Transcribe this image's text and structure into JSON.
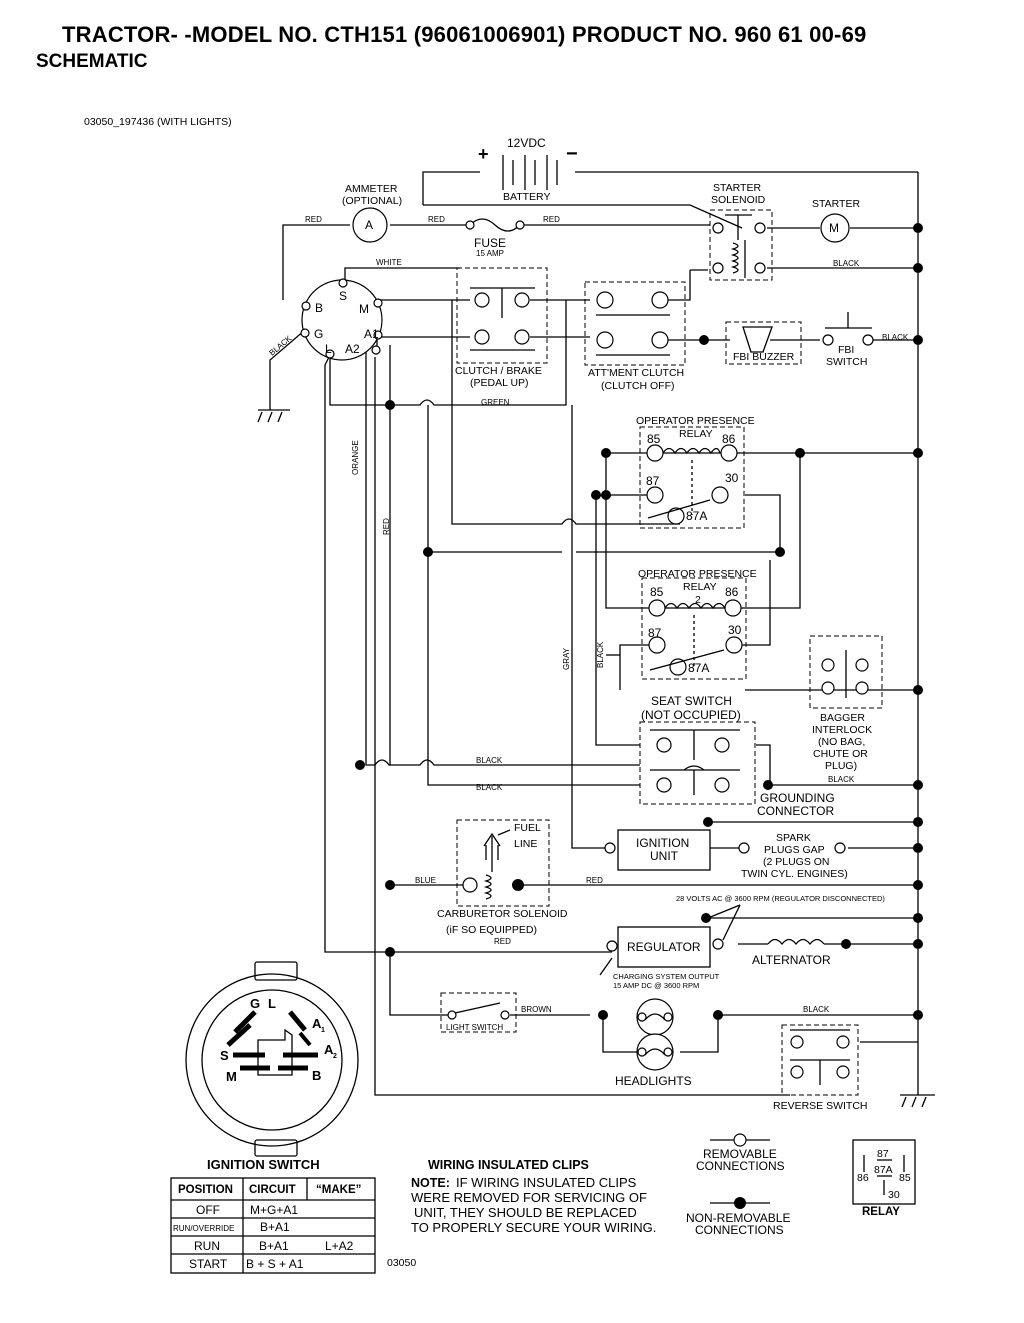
{
  "header": {
    "title": "TRACTOR- -MODEL NO. CTH151 (96061006901) PRODUCT NO. 960 61 00-69",
    "subtitle": "SCHEMATIC"
  },
  "diagram_id": "03050_197436 (WITH LIGHTS)",
  "figure_code": "03050",
  "battery": {
    "voltage": "12VDC",
    "label": "BATTERY",
    "plus": "+",
    "minus": "−"
  },
  "ammeter": {
    "line1": "AMMETER",
    "line2": "(OPTIONAL)",
    "symbol": "A"
  },
  "fuse": {
    "label": "FUSE",
    "rating": "15 AMP"
  },
  "starter_solenoid": {
    "line1": "STARTER",
    "line2": "SOLENOID"
  },
  "starter": {
    "label": "STARTER",
    "symbol": "M"
  },
  "wires": {
    "red": "RED",
    "white": "WHITE",
    "black": "BLACK",
    "green": "GREEN",
    "orange": "ORANGE",
    "gray": "GRAY",
    "blue": "BLUE",
    "brown": "BROWN"
  },
  "ignition_terminals": {
    "s": "S",
    "b": "B",
    "m": "M",
    "g": "G",
    "a1": "A1",
    "l": "L",
    "a2": "A2"
  },
  "clutch_brake": {
    "line1": "CLUTCH / BRAKE",
    "line2": "(PEDAL UP)"
  },
  "attachment_clutch": {
    "line1": "ATT'MENT CLUTCH",
    "line2": "(CLUTCH OFF)"
  },
  "fbi_buzzer": {
    "label": "FBI BUZZER"
  },
  "fbi_switch": {
    "line1": "FBI",
    "line2": "SWITCH"
  },
  "relay1": {
    "line1": "OPERATOR PRESENCE",
    "line2": "RELAY",
    "num": "1",
    "t85": "85",
    "t86": "86",
    "t87": "87",
    "t30": "30",
    "t87a": "87A"
  },
  "relay2": {
    "line1": "OPERATOR PRESENCE",
    "line2": "RELAY",
    "num": "2",
    "t85": "85",
    "t86": "86",
    "t87": "87",
    "t30": "30",
    "t87a": "87A"
  },
  "seat_switch": {
    "line1": "SEAT SWITCH",
    "line2": "(NOT OCCUPIED)"
  },
  "bagger_interlock": {
    "line1": "BAGGER",
    "line2": "INTERLOCK",
    "line3": "(NO BAG,",
    "line4": "CHUTE OR",
    "line5": "PLUG)"
  },
  "grounding_connector": {
    "line1": "GROUNDING",
    "line2": "CONNECTOR"
  },
  "fuel_line": {
    "line1": "FUEL",
    "line2": "LINE"
  },
  "ignition_unit": {
    "line1": "IGNITION",
    "line2": "UNIT"
  },
  "spark_plugs": {
    "line1": "SPARK",
    "line2": "PLUGS GAP",
    "line3": "(2 PLUGS ON",
    "line4": "TWIN CYL. ENGINES)"
  },
  "carburetor_solenoid": {
    "line1": "CARBURETOR SOLENOID",
    "line2": "(iF SO EQUIPPED)"
  },
  "alternator_note": "28 VOLTS AC @ 3600 RPM (REGULATOR DISCONNECTED)",
  "regulator": {
    "label": "REGULATOR"
  },
  "alternator": {
    "label": "ALTERNATOR"
  },
  "charging_output": {
    "line1": "CHARGING SYSTEM OUTPUT",
    "line2": "15 AMP DC @ 3600 RPM"
  },
  "light_switch": {
    "label": "LIGHT SWITCH"
  },
  "headlights": {
    "label": "HEADLIGHTS"
  },
  "reverse_switch": {
    "label": "REVERSE SWITCH"
  },
  "ignition_switch_face": {
    "g": "G",
    "l": "L",
    "a1": "A",
    "a1_sub": "1",
    "a2": "A",
    "a2_sub": "2",
    "s": "S",
    "m": "M",
    "b": "B"
  },
  "ignition_switch": {
    "title": "IGNITION SWITCH",
    "columns": [
      "POSITION",
      "CIRCUIT",
      "“MAKE”"
    ],
    "rows": [
      {
        "position": "OFF",
        "circuit": "M+G+A1",
        "make": ""
      },
      {
        "position": "RUN/OVERRIDE",
        "circuit": "B+A1",
        "make": ""
      },
      {
        "position": "RUN",
        "circuit": "B+A1",
        "make": "L+A2"
      },
      {
        "position": "START",
        "circuit": "B + S + A1",
        "make": ""
      }
    ]
  },
  "wiring_clips": {
    "title": "WIRING INSULATED CLIPS",
    "note_label": "NOTE:",
    "line1": "IF WIRING INSULATED CLIPS",
    "line2": "WERE REMOVED FOR SERVICING OF",
    "line3": "UNIT, THEY SHOULD BE REPLACED",
    "line4": "TO PROPERLY SECURE YOUR WIRING."
  },
  "legend": {
    "removable1": "REMOVABLE",
    "removable2": "CONNECTIONS",
    "nonremovable1": "NON-REMOVABLE",
    "nonremovable2": "CONNECTIONS"
  },
  "relay_legend": {
    "label": "RELAY",
    "t87": "87",
    "t87a": "87A",
    "t86": "86",
    "t85": "85",
    "t30": "30"
  }
}
